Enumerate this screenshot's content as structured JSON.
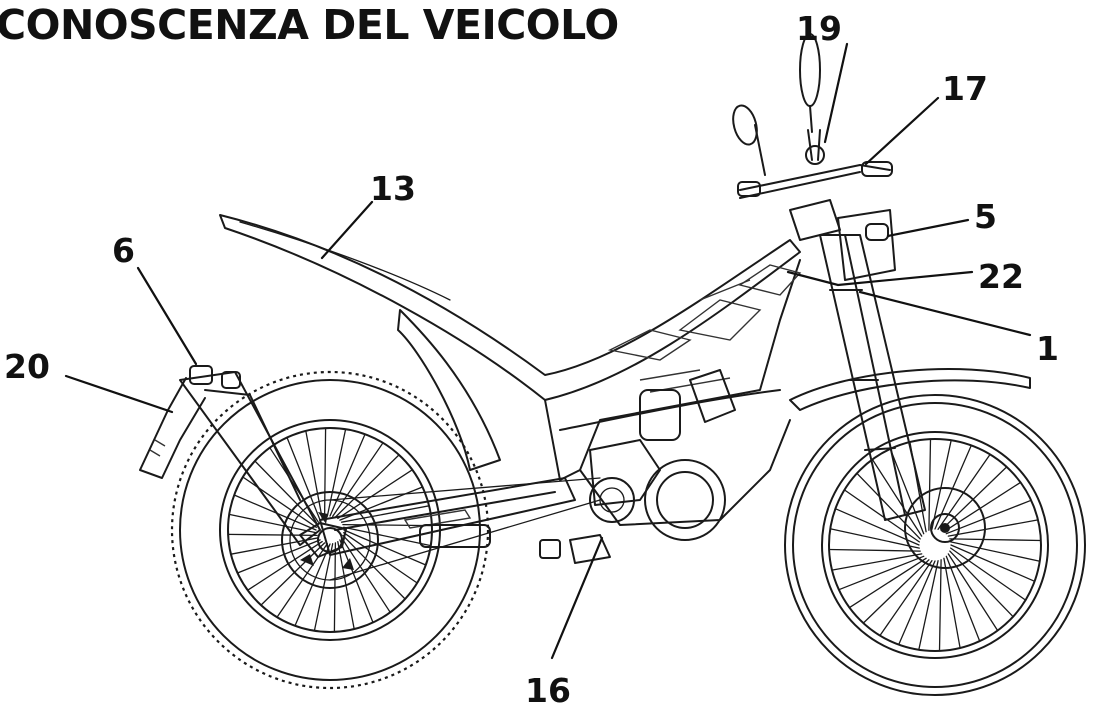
{
  "title": "CONOSCENZA DEL VEICOLO",
  "callouts": [
    {
      "id": "19",
      "label": "19"
    },
    {
      "id": "17",
      "label": "17"
    },
    {
      "id": "13",
      "label": "13"
    },
    {
      "id": "5",
      "label": "5"
    },
    {
      "id": "6",
      "label": "6"
    },
    {
      "id": "22",
      "label": "22"
    },
    {
      "id": "1",
      "label": "1"
    },
    {
      "id": "20",
      "label": "20"
    },
    {
      "id": "16",
      "label": "16"
    }
  ]
}
